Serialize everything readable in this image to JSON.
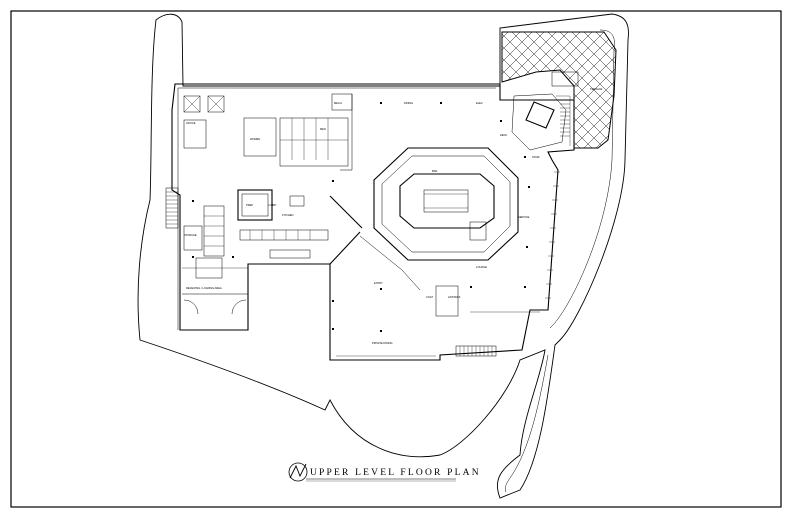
{
  "drawing": {
    "title": "UPPER LEVEL FLOOR PLAN",
    "north_symbol": "north-arrow-icon",
    "room_labels": [
      {
        "key": "lobby",
        "text": "LOBBY"
      },
      {
        "key": "dining",
        "text": "DINING"
      },
      {
        "key": "bar",
        "text": "BAR"
      },
      {
        "key": "kitchen",
        "text": "KITCHEN"
      },
      {
        "key": "terrace",
        "text": "TERRACE"
      },
      {
        "key": "lounge",
        "text": "LOUNGE"
      },
      {
        "key": "private",
        "text": "PRIVATE DINING"
      },
      {
        "key": "office",
        "text": "OFFICE"
      },
      {
        "key": "storage",
        "text": "STORAGE"
      },
      {
        "key": "women",
        "text": "WOMEN"
      },
      {
        "key": "men",
        "text": "MEN"
      },
      {
        "key": "mech",
        "text": "MECH."
      },
      {
        "key": "elev",
        "text": "ELEV."
      },
      {
        "key": "stair",
        "text": "STAIR"
      },
      {
        "key": "prep",
        "text": "PREP"
      },
      {
        "key": "service",
        "text": "SERVICE"
      },
      {
        "key": "deck",
        "text": "DECK"
      },
      {
        "key": "entry",
        "text": "ENTRY"
      },
      {
        "key": "receiving",
        "text": "RECEIVING / LOADING AREA"
      },
      {
        "key": "coat",
        "text": "COAT"
      },
      {
        "key": "hostess",
        "text": "HOSTESS"
      }
    ]
  }
}
